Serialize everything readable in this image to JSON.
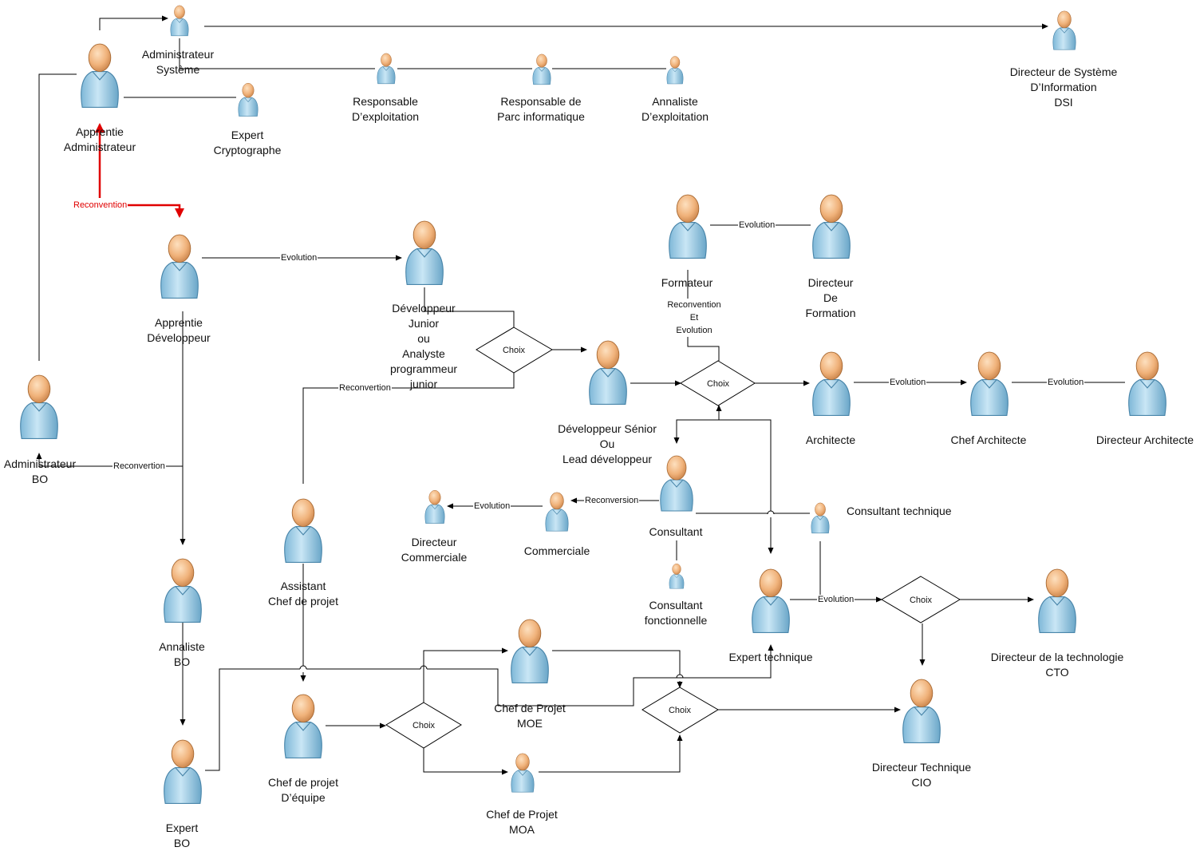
{
  "colors": {
    "line": "#000000",
    "highlight": "#e00000",
    "person_body": "#a9d3ea",
    "person_head": "#f0b27a"
  },
  "nodes": {
    "admin_sys": [
      "Administrateur",
      "Système"
    ],
    "dsi": [
      "Directeur de Système",
      "D’Information",
      "DSI"
    ],
    "resp_exploit": [
      "Responsable",
      "D’exploitation"
    ],
    "resp_parc": [
      "Responsable de",
      "Parc informatique"
    ],
    "analyste_exploit": [
      "Annaliste",
      "D’exploitation"
    ],
    "expert_crypto": [
      "Expert",
      "Cryptographe"
    ],
    "apprentie_admin": [
      "Apprentie",
      "Administrateur"
    ],
    "apprentie_dev": [
      "Apprentie",
      "Développeur"
    ],
    "dev_junior": [
      "Développeur",
      "Junior",
      "ou",
      "Analyste",
      "programmeur",
      "junior"
    ],
    "formateur": [
      "Formateur"
    ],
    "dir_formation": [
      "Directeur",
      "De",
      "Formation"
    ],
    "dev_senior": [
      "Développeur Sénior",
      "Ou",
      "Lead développeur"
    ],
    "architecte": [
      "Architecte"
    ],
    "chef_architecte": [
      "Chef Architecte"
    ],
    "dir_architecte": [
      "Directeur Architecte"
    ],
    "admin_bo": [
      "Administrateur",
      "BO"
    ],
    "consultant": [
      "Consultant"
    ],
    "consultant_tech": [
      "Consultant technique"
    ],
    "commerciale": [
      "Commerciale"
    ],
    "dir_commerciale": [
      "Directeur",
      "Commerciale"
    ],
    "consultant_fonc": [
      "Consultant",
      "fonctionnelle"
    ],
    "assistant_cp": [
      "Assistant",
      "Chef de projet"
    ],
    "analyste_bo": [
      "Annaliste",
      "BO"
    ],
    "expert_tech": [
      "Expert technique"
    ],
    "dir_techno": [
      "Directeur de la technologie",
      "CTO"
    ],
    "chef_moe": [
      "Chef de Projet",
      "MOE"
    ],
    "cp_equipe": [
      "Chef de projet",
      "D’équipe"
    ],
    "chef_moa": [
      "Chef de Projet",
      "MOA"
    ],
    "dir_tech": [
      "Directeur Technique",
      "CIO"
    ],
    "expert_bo": [
      "Expert",
      "BO"
    ]
  },
  "decisions": {
    "d1": "Choix",
    "d2": "Choix",
    "d3": "Choix",
    "d4": "Choix",
    "d5": "Choix"
  },
  "edge_labels": {
    "reconvention_red": "Reconvention",
    "evol_dev": "Evolution",
    "evol_form": "Evolution",
    "reconv_evol_form": [
      "Reconvention",
      "Et",
      "Evolution"
    ],
    "reconvertion_assist": "Reconvertion",
    "evol_arch": "Evolution",
    "evol_chef_arch": "Evolution",
    "reconvertion_bo": "Reconvertion",
    "evol_comm": "Evolution",
    "reconversion_comm": "Reconversion",
    "evol_expert": "Evolution"
  }
}
